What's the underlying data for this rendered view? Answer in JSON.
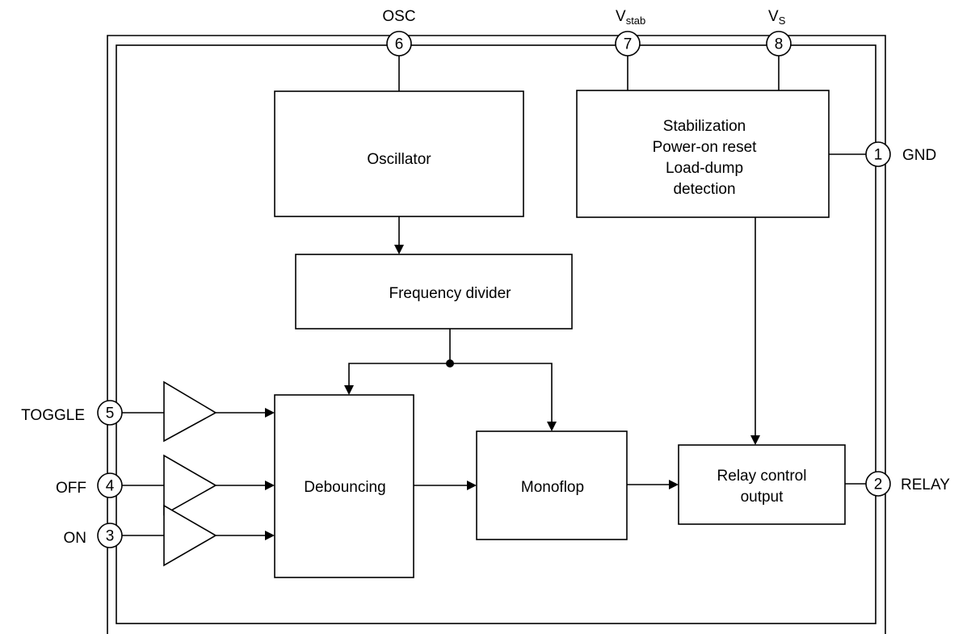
{
  "blocks": {
    "oscillator": "Oscillator",
    "stabilization": [
      "Stabilization",
      "Power-on reset",
      "Load-dump",
      "detection"
    ],
    "frequency_divider": "Frequency divider",
    "debouncing": "Debouncing",
    "monoflop": "Monoflop",
    "relay_control": [
      "Relay control",
      "output"
    ]
  },
  "pins": {
    "osc": {
      "number": "6",
      "label": "OSC"
    },
    "vstab": {
      "number": "7",
      "label": "V",
      "sub": "stab"
    },
    "vs": {
      "number": "8",
      "label": "V",
      "sub": "S"
    },
    "gnd": {
      "number": "1",
      "label": "GND"
    },
    "relay": {
      "number": "2",
      "label": "RELAY"
    },
    "toggle": {
      "number": "5",
      "label": "TOGGLE"
    },
    "off": {
      "number": "4",
      "label": "OFF"
    },
    "on": {
      "number": "3",
      "label": "ON"
    }
  }
}
